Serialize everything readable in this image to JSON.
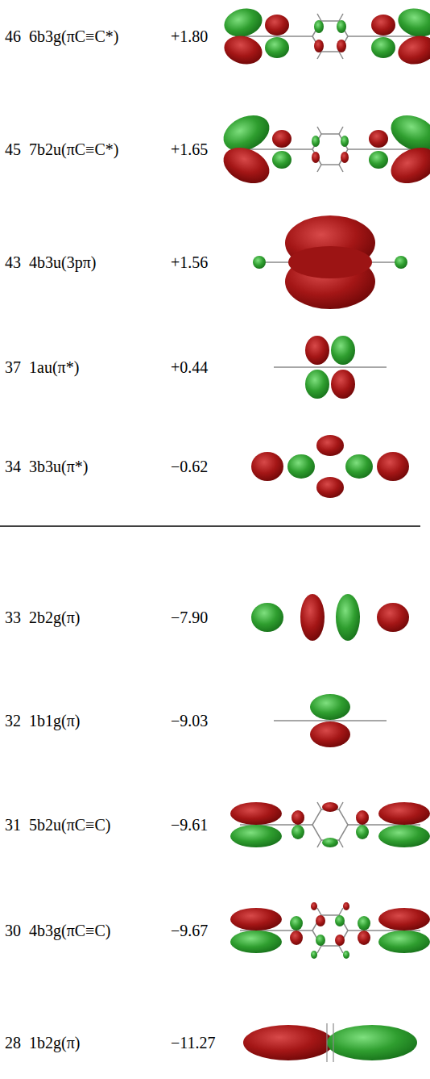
{
  "diagram": {
    "labels": [
      "46",
      "6b3g(πC≡C*)",
      "+1.80",
      "45",
      "7b2u(πC≡C*)",
      "+1.65",
      "43",
      "4b3u(3pπ)",
      "+1.56",
      "37",
      "1au(π*)",
      "+0.44",
      "34",
      "3b3u(π*)",
      "−0.62",
      "33",
      "2b2g(π)",
      "−7.90",
      "32",
      "1b1g(π)",
      "−9.03",
      "31",
      "5b2u(πC≡C)",
      "−9.61",
      "30",
      "4b3g(πC≡C)",
      "−9.67",
      "28",
      "1b2g(π)",
      "−11.27"
    ]
  }
}
